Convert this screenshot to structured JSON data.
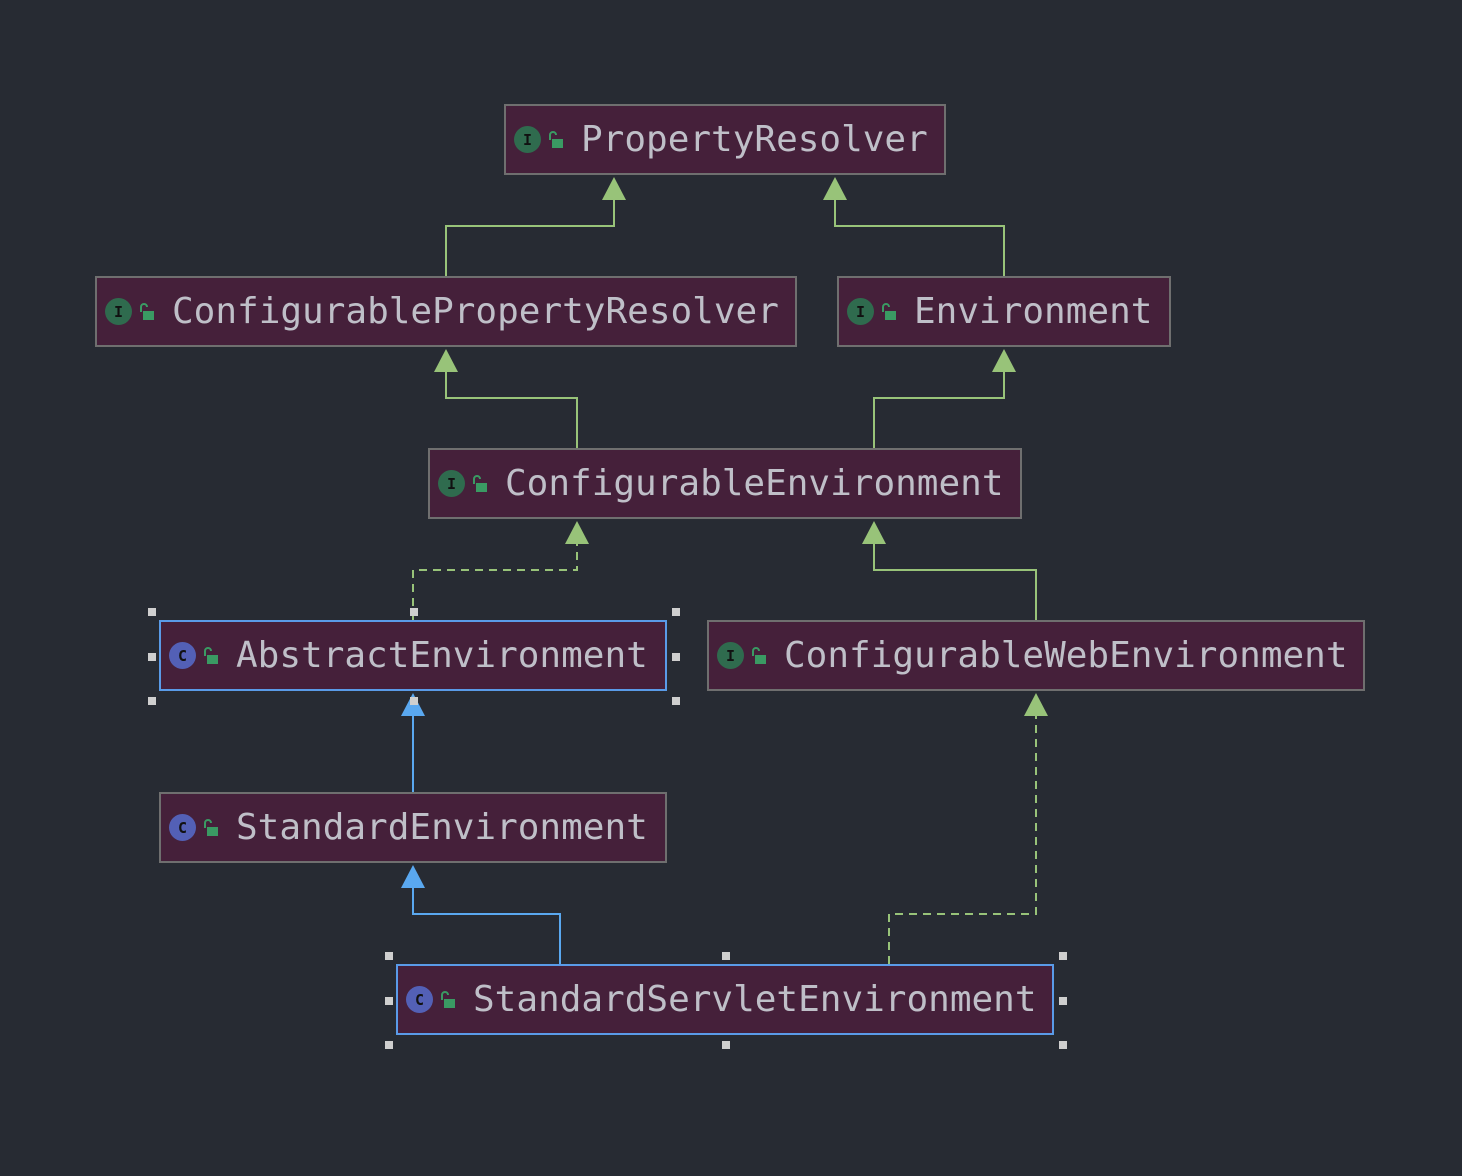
{
  "colors": {
    "background": "#272b33",
    "node_fill": "#45203a",
    "node_border": "#6f6f6f",
    "selected_border": "#5a9be8",
    "interface_edge": "#98c379",
    "class_edge": "#5aa8f0",
    "interface_badge": "#2f6b4e",
    "class_badge": "#5360b6"
  },
  "nodes": [
    {
      "id": "property-resolver",
      "label": "PropertyResolver",
      "kind": "I",
      "selected": false
    },
    {
      "id": "configurable-property-resolver",
      "label": "ConfigurablePropertyResolver",
      "kind": "I",
      "selected": false
    },
    {
      "id": "environment",
      "label": "Environment",
      "kind": "I",
      "selected": false
    },
    {
      "id": "configurable-environment",
      "label": "ConfigurableEnvironment",
      "kind": "I",
      "selected": false
    },
    {
      "id": "abstract-environment",
      "label": "AbstractEnvironment",
      "kind": "C",
      "selected": true
    },
    {
      "id": "configurable-web-environment",
      "label": "ConfigurableWebEnvironment",
      "kind": "I",
      "selected": false
    },
    {
      "id": "standard-environment",
      "label": "StandardEnvironment",
      "kind": "C",
      "selected": false
    },
    {
      "id": "standard-servlet-environment",
      "label": "StandardServletEnvironment",
      "kind": "C",
      "selected": true
    }
  ],
  "edges": [
    {
      "from": "configurable-property-resolver",
      "to": "property-resolver",
      "relation": "extends-interface",
      "style": "solid"
    },
    {
      "from": "environment",
      "to": "property-resolver",
      "relation": "extends-interface",
      "style": "solid"
    },
    {
      "from": "configurable-environment",
      "to": "configurable-property-resolver",
      "relation": "extends-interface",
      "style": "solid"
    },
    {
      "from": "configurable-environment",
      "to": "environment",
      "relation": "extends-interface",
      "style": "solid"
    },
    {
      "from": "abstract-environment",
      "to": "configurable-environment",
      "relation": "implements",
      "style": "dashed"
    },
    {
      "from": "configurable-web-environment",
      "to": "configurable-environment",
      "relation": "extends-interface",
      "style": "solid"
    },
    {
      "from": "standard-environment",
      "to": "abstract-environment",
      "relation": "extends-class",
      "style": "solid"
    },
    {
      "from": "standard-servlet-environment",
      "to": "standard-environment",
      "relation": "extends-class",
      "style": "solid"
    },
    {
      "from": "standard-servlet-environment",
      "to": "configurable-web-environment",
      "relation": "implements",
      "style": "dashed"
    }
  ]
}
